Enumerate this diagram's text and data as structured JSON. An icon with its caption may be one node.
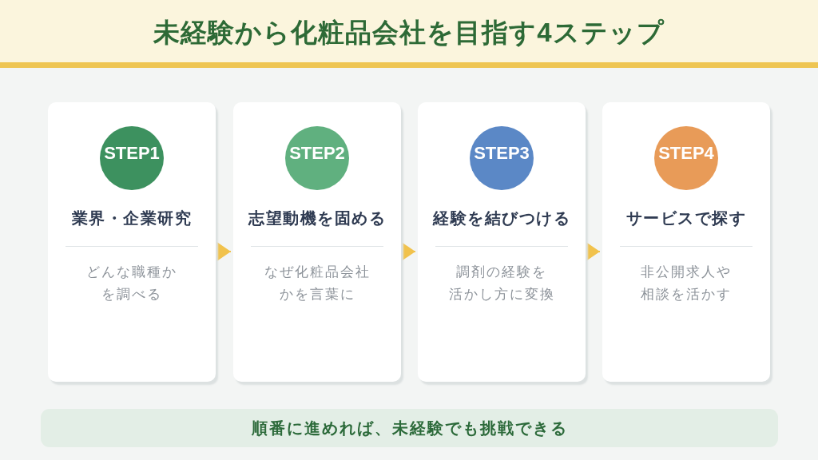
{
  "diagram": {
    "title": "未経験から化粧品会社を目指す4ステップ",
    "nodes": [
      {
        "text": [
          "業界・企業研究",
          "どんな職種かを調べる"
        ]
      },
      {
        "text": [
          "STEP1"
        ],
        "in": 0
      },
      {
        "text": [
          "志望動機を固める",
          "なぜ化粧品会社かを言葉に"
        ]
      },
      {
        "text": [
          "STEP2"
        ],
        "in": 2
      },
      {
        "text": [
          "経験を結びつける",
          "調剤の経験を活かし方に変換"
        ]
      },
      {
        "text": [
          "STEP3"
        ],
        "in": 4
      },
      {
        "text": [
          "サービスで探す",
          "非公開求人や相談を活かす"
        ]
      },
      {
        "text": [
          "STEP4"
        ],
        "in": 6
      },
      {
        "text": [
          "順番に進めれば、未経験でも挑戦できる"
        ]
      }
    ],
    "edges": [
      {
        "from": 0,
        "to": 2,
        "arrow": "to"
      },
      {
        "from": 2,
        "to": 4,
        "arrow": "to"
      },
      {
        "from": 4,
        "to": 6,
        "arrow": "to"
      }
    ]
  }
}
